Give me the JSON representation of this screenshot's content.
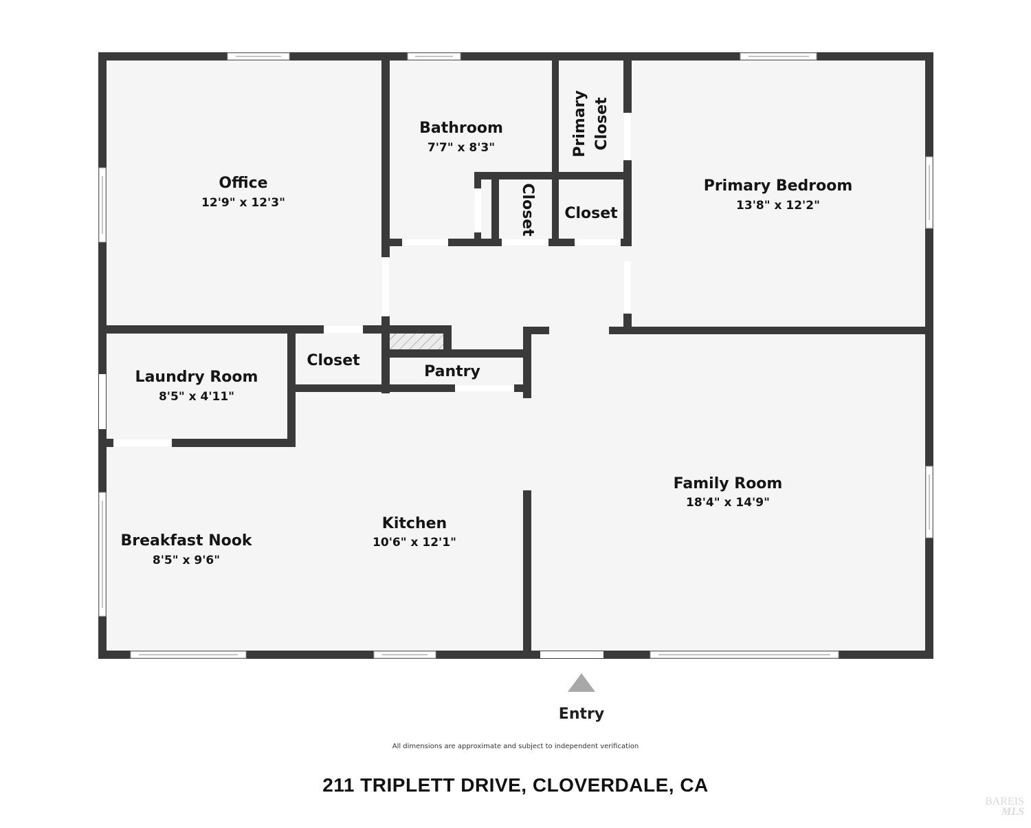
{
  "floorplan": {
    "rooms": [
      {
        "id": "office",
        "name": "Office",
        "dimensions": "12'9\" x 12'3\""
      },
      {
        "id": "bathroom",
        "name": "Bathroom",
        "dimensions": "7'7\" x 8'3\""
      },
      {
        "id": "primary_closet",
        "name_line1": "Primary",
        "name_line2": "Closet"
      },
      {
        "id": "closet_vertical",
        "name": "Closet"
      },
      {
        "id": "closet_hall",
        "name": "Closet"
      },
      {
        "id": "primary_bedroom",
        "name": "Primary Bedroom",
        "dimensions": "13'8\" x 12'2\""
      },
      {
        "id": "laundry_room",
        "name": "Laundry Room",
        "dimensions": "8'5\" x 4'11\""
      },
      {
        "id": "closet_laundry",
        "name": "Closet"
      },
      {
        "id": "pantry",
        "name": "Pantry"
      },
      {
        "id": "family_room",
        "name": "Family Room",
        "dimensions": "18'4\" x 14'9\""
      },
      {
        "id": "kitchen",
        "name": "Kitchen",
        "dimensions": "10'6\" x 12'1\""
      },
      {
        "id": "breakfast_nook",
        "name": "Breakfast Nook",
        "dimensions": "8'5\" x 9'6\""
      }
    ],
    "entry": {
      "label": "Entry",
      "icon": "triangle-up-icon",
      "color": "#a8a8a8"
    },
    "colors": {
      "wall": "#3a3a3a",
      "floor": "#f5f5f5",
      "background": "#ffffff"
    }
  },
  "footer": {
    "disclaimer": "All dimensions are approximate and subject to independent verification",
    "address": "211 TRIPLETT DRIVE, CLOVERDALE, CA",
    "logo_line1": "BAREIS",
    "logo_line2": "MLS"
  }
}
